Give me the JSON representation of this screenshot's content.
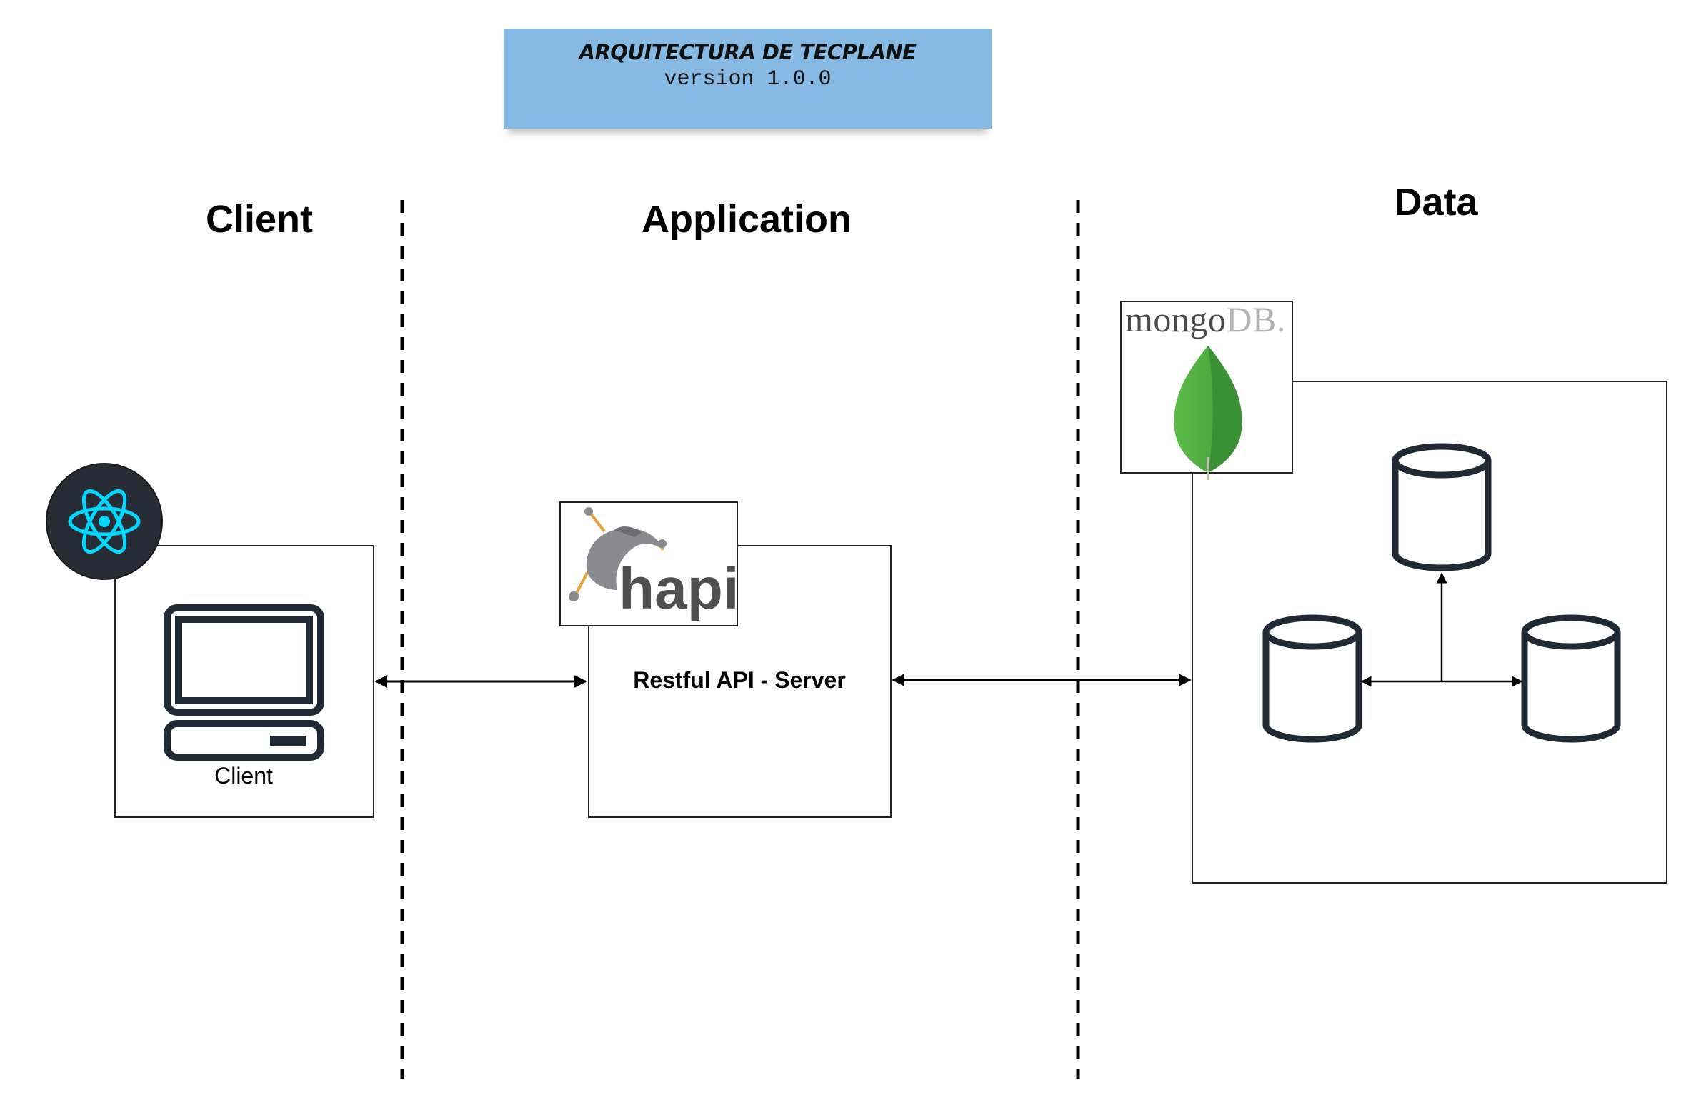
{
  "title": {
    "main": "ARQUITECTURA DE TECPLANE",
    "version": "version 1.0.0",
    "color": "#86b9e3"
  },
  "sections": {
    "client": "Client",
    "application": "Application",
    "data": "Data"
  },
  "client_box": {
    "label": "Client",
    "icon": "computer-icon",
    "badge_icon": "react-icon"
  },
  "server_box": {
    "label": "Restful API - Server",
    "logo_text": "hapi",
    "logo_icon": "hapi-logo"
  },
  "data_box": {
    "logo_mongo": "mongo",
    "logo_db": "DB.",
    "logo_icon": "mongodb-leaf-icon",
    "database_icons": [
      "database-icon",
      "database-icon",
      "database-icon"
    ]
  },
  "colors": {
    "react_cyan": "#00d8ff",
    "react_bg": "#282c34",
    "mongo_green": "#4caf50",
    "icon_dark": "#1f2a36"
  }
}
